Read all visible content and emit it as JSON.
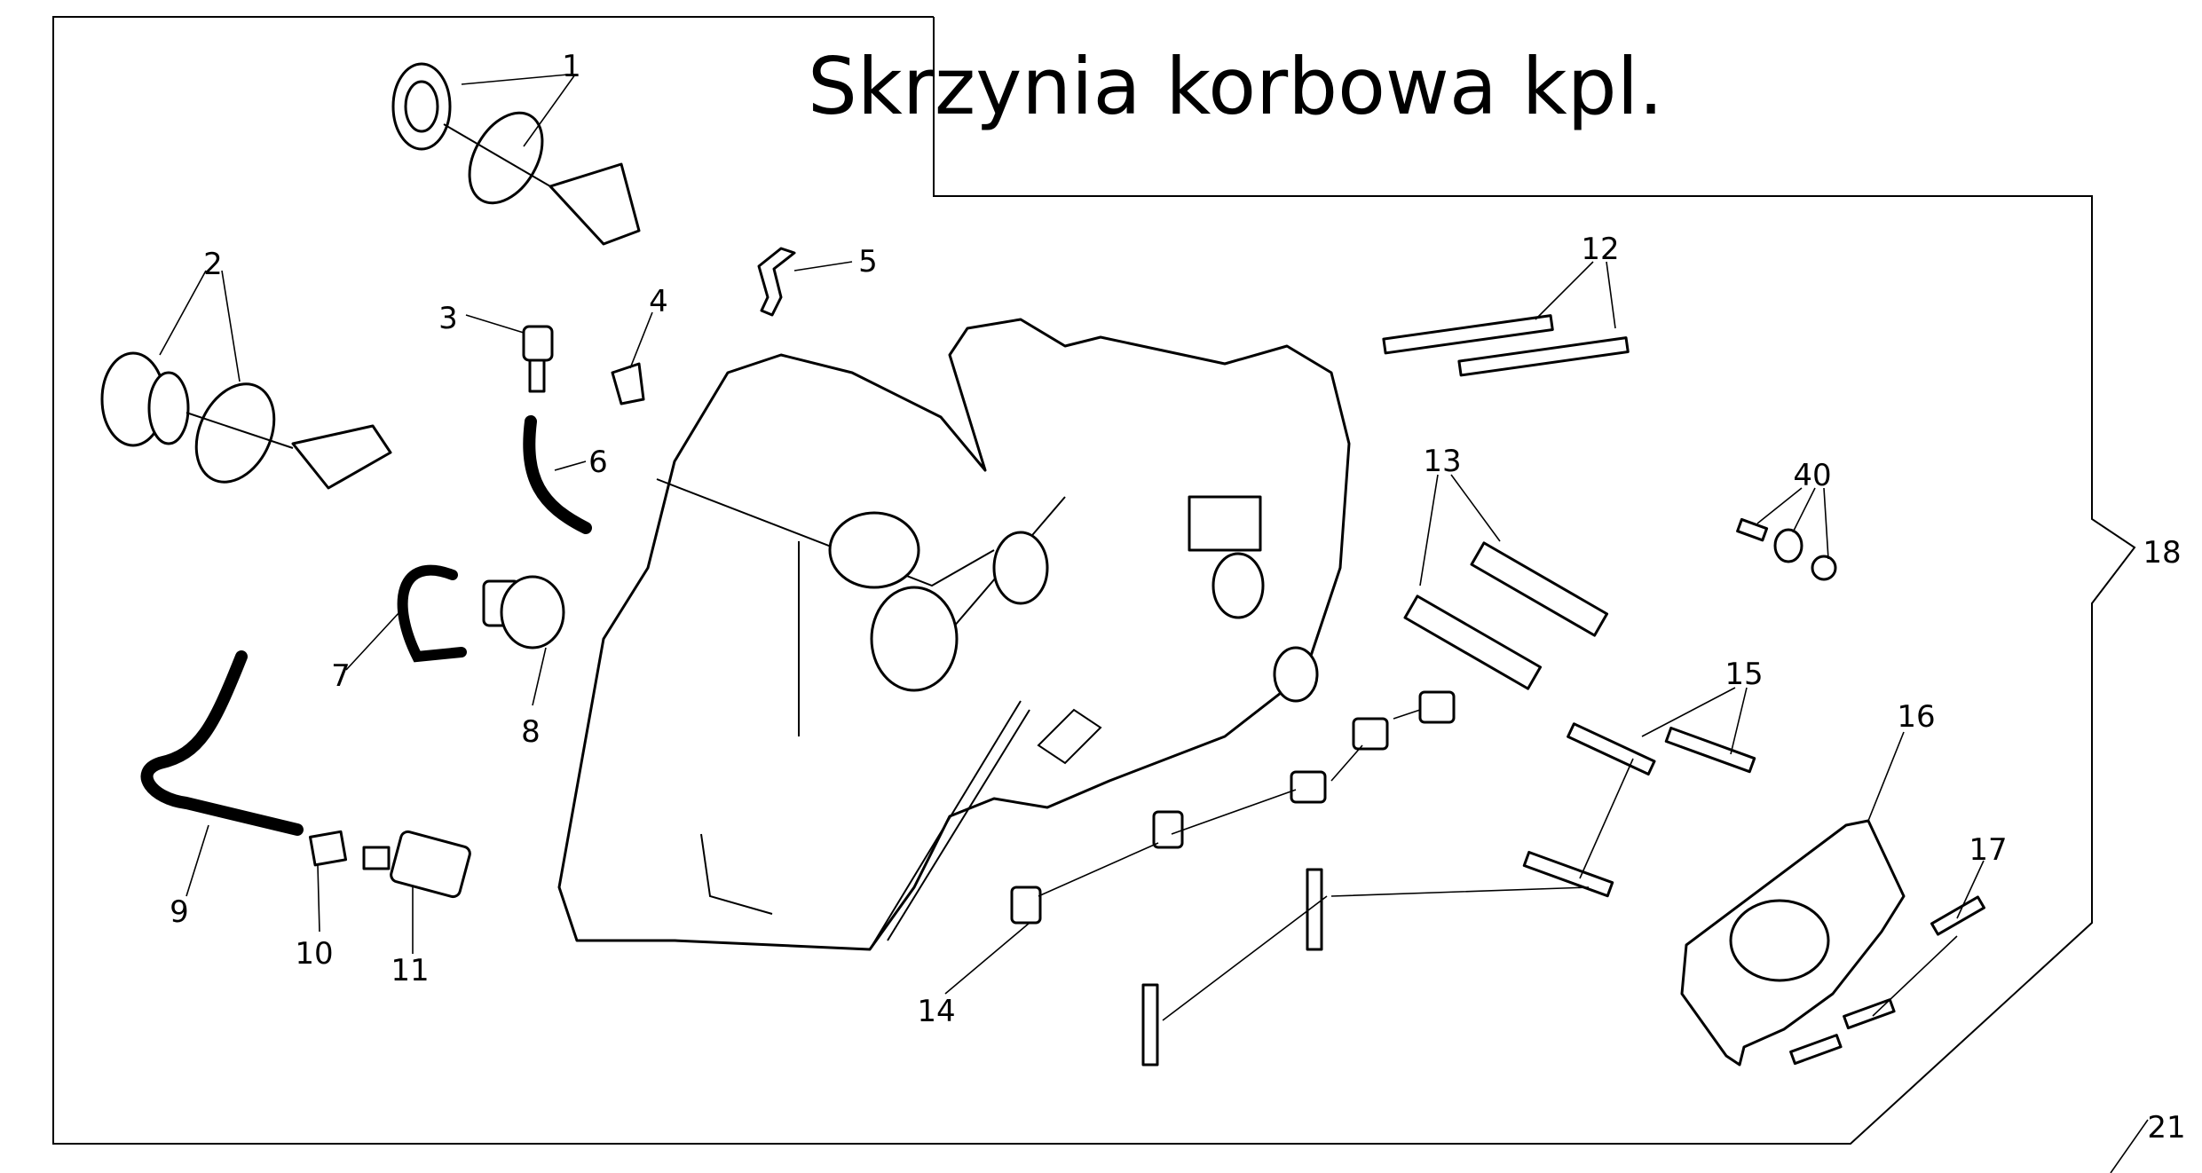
{
  "title": "Skrzynia korbowa kpl.",
  "labels": {
    "l1": "1",
    "l2": "2",
    "l3": "3",
    "l4": "4",
    "l5": "5",
    "l6": "6",
    "l7": "7",
    "l8": "8",
    "l9": "9",
    "l10": "10",
    "l11": "11",
    "l12": "12",
    "l13": "13",
    "l14": "14",
    "l15": "15",
    "l16": "16",
    "l17": "17",
    "l18": "18",
    "l21": "21",
    "l40": "40"
  }
}
